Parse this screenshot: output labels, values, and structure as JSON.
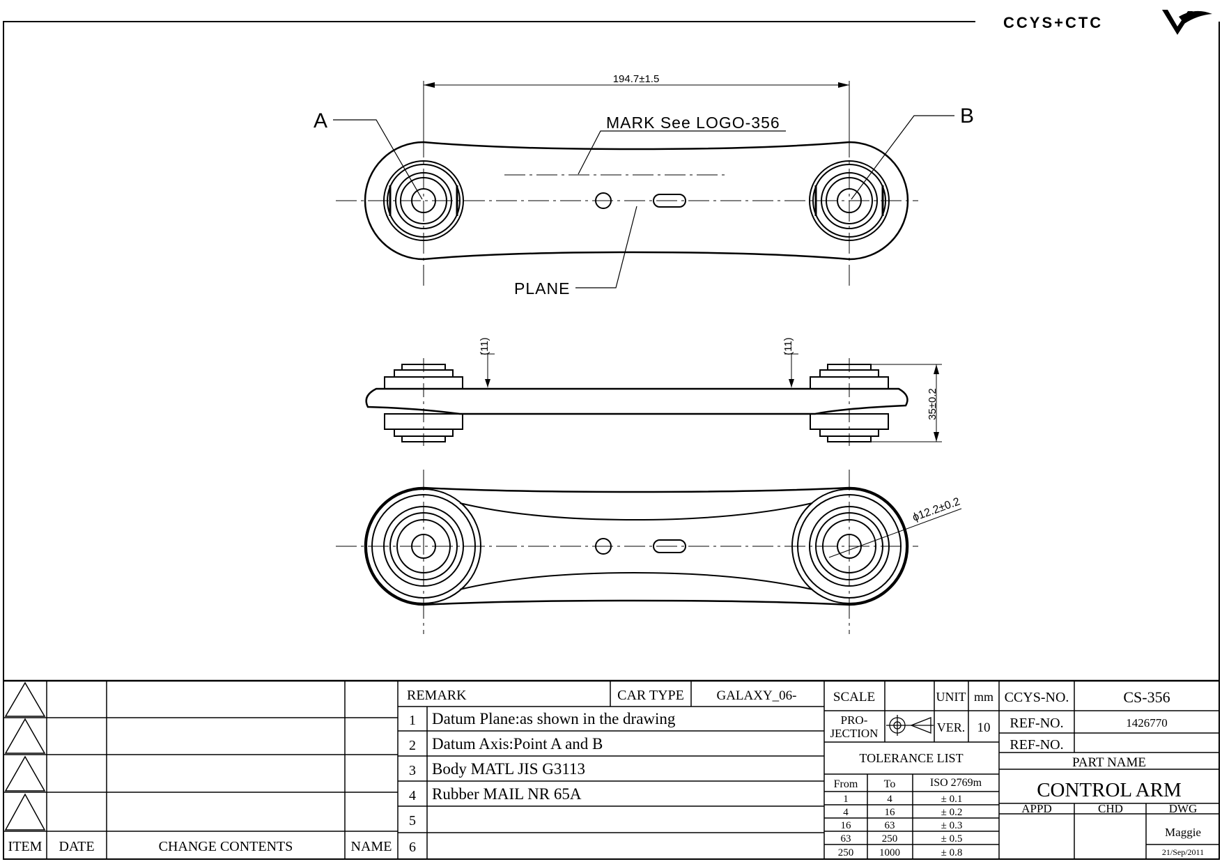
{
  "header": {
    "company": "CCYS+CTC"
  },
  "drawing": {
    "dim_length": "194.7±1.5",
    "dim_height": "35±0.2",
    "dim_diameter": "ϕ12.2±0.2",
    "dim_offset_left": "(11)",
    "dim_offset_right": "(11)",
    "label_a": "A",
    "label_b": "B",
    "mark_note": "MARK See LOGO-356",
    "plane_note": "PLANE"
  },
  "revision_block": {
    "headers": {
      "item": "ITEM",
      "date": "DATE",
      "contents": "CHANGE CONTENTS",
      "name": "NAME"
    }
  },
  "remarks": {
    "title": "REMARK",
    "car_type_label": "CAR TYPE",
    "car_type_value": "GALAXY_06-",
    "rows": [
      {
        "num": "1",
        "text": "Datum Plane:as shown in the drawing"
      },
      {
        "num": "2",
        "text": "Datum Axis:Point A and B"
      },
      {
        "num": "3",
        "text": "Body MATL  JIS G3113"
      },
      {
        "num": "4",
        "text": "Rubber MAIL NR 65A"
      },
      {
        "num": "5",
        "text": ""
      },
      {
        "num": "6",
        "text": ""
      }
    ]
  },
  "spec": {
    "scale_label": "SCALE",
    "scale_value": "",
    "unit_label": "UNIT",
    "unit_value": "mm",
    "projection_label_1": "PRO-",
    "projection_label_2": "JECTION",
    "ver_label": "VER.",
    "ver_value": "10",
    "tolerance_title": "TOLERANCE LIST",
    "tolerance_headers": [
      "From",
      "To",
      "ISO 2769m"
    ],
    "tolerance_rows": [
      [
        "1",
        "4",
        "± 0.1"
      ],
      [
        "4",
        "16",
        "± 0.2"
      ],
      [
        "16",
        "63",
        "± 0.3"
      ],
      [
        "63",
        "250",
        "± 0.5"
      ],
      [
        "250",
        "1000",
        "± 0.8"
      ]
    ]
  },
  "title_block": {
    "ccys_no_label": "CCYS-NO.",
    "ccys_no_value": "CS-356",
    "ref_no_label_1": "REF-NO.",
    "ref_no_value_1": "1426770",
    "ref_no_label_2": "REF-NO.",
    "ref_no_value_2": "",
    "part_name_label": "PART NAME",
    "part_name_value": "CONTROL ARM",
    "appd_label": "APPD",
    "chd_label": "CHD",
    "dwg_label": "DWG",
    "dwg_name": "Maggie",
    "dwg_date": "21/Sep/2011"
  }
}
